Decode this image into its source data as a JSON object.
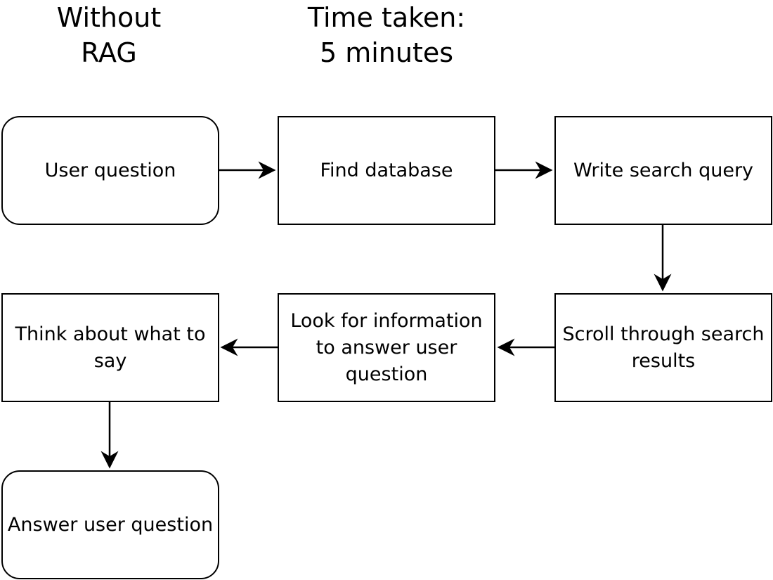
{
  "header": {
    "left_title": "Without\nRAG",
    "right_title": "Time taken:\n5 minutes"
  },
  "nodes": {
    "user_question": "User question",
    "find_database": "Find database",
    "write_search_query": "Write search query",
    "scroll_results": "Scroll through search results",
    "look_for_info": "Look for information to answer user question",
    "think": "Think about what to say",
    "answer": "Answer user question"
  }
}
